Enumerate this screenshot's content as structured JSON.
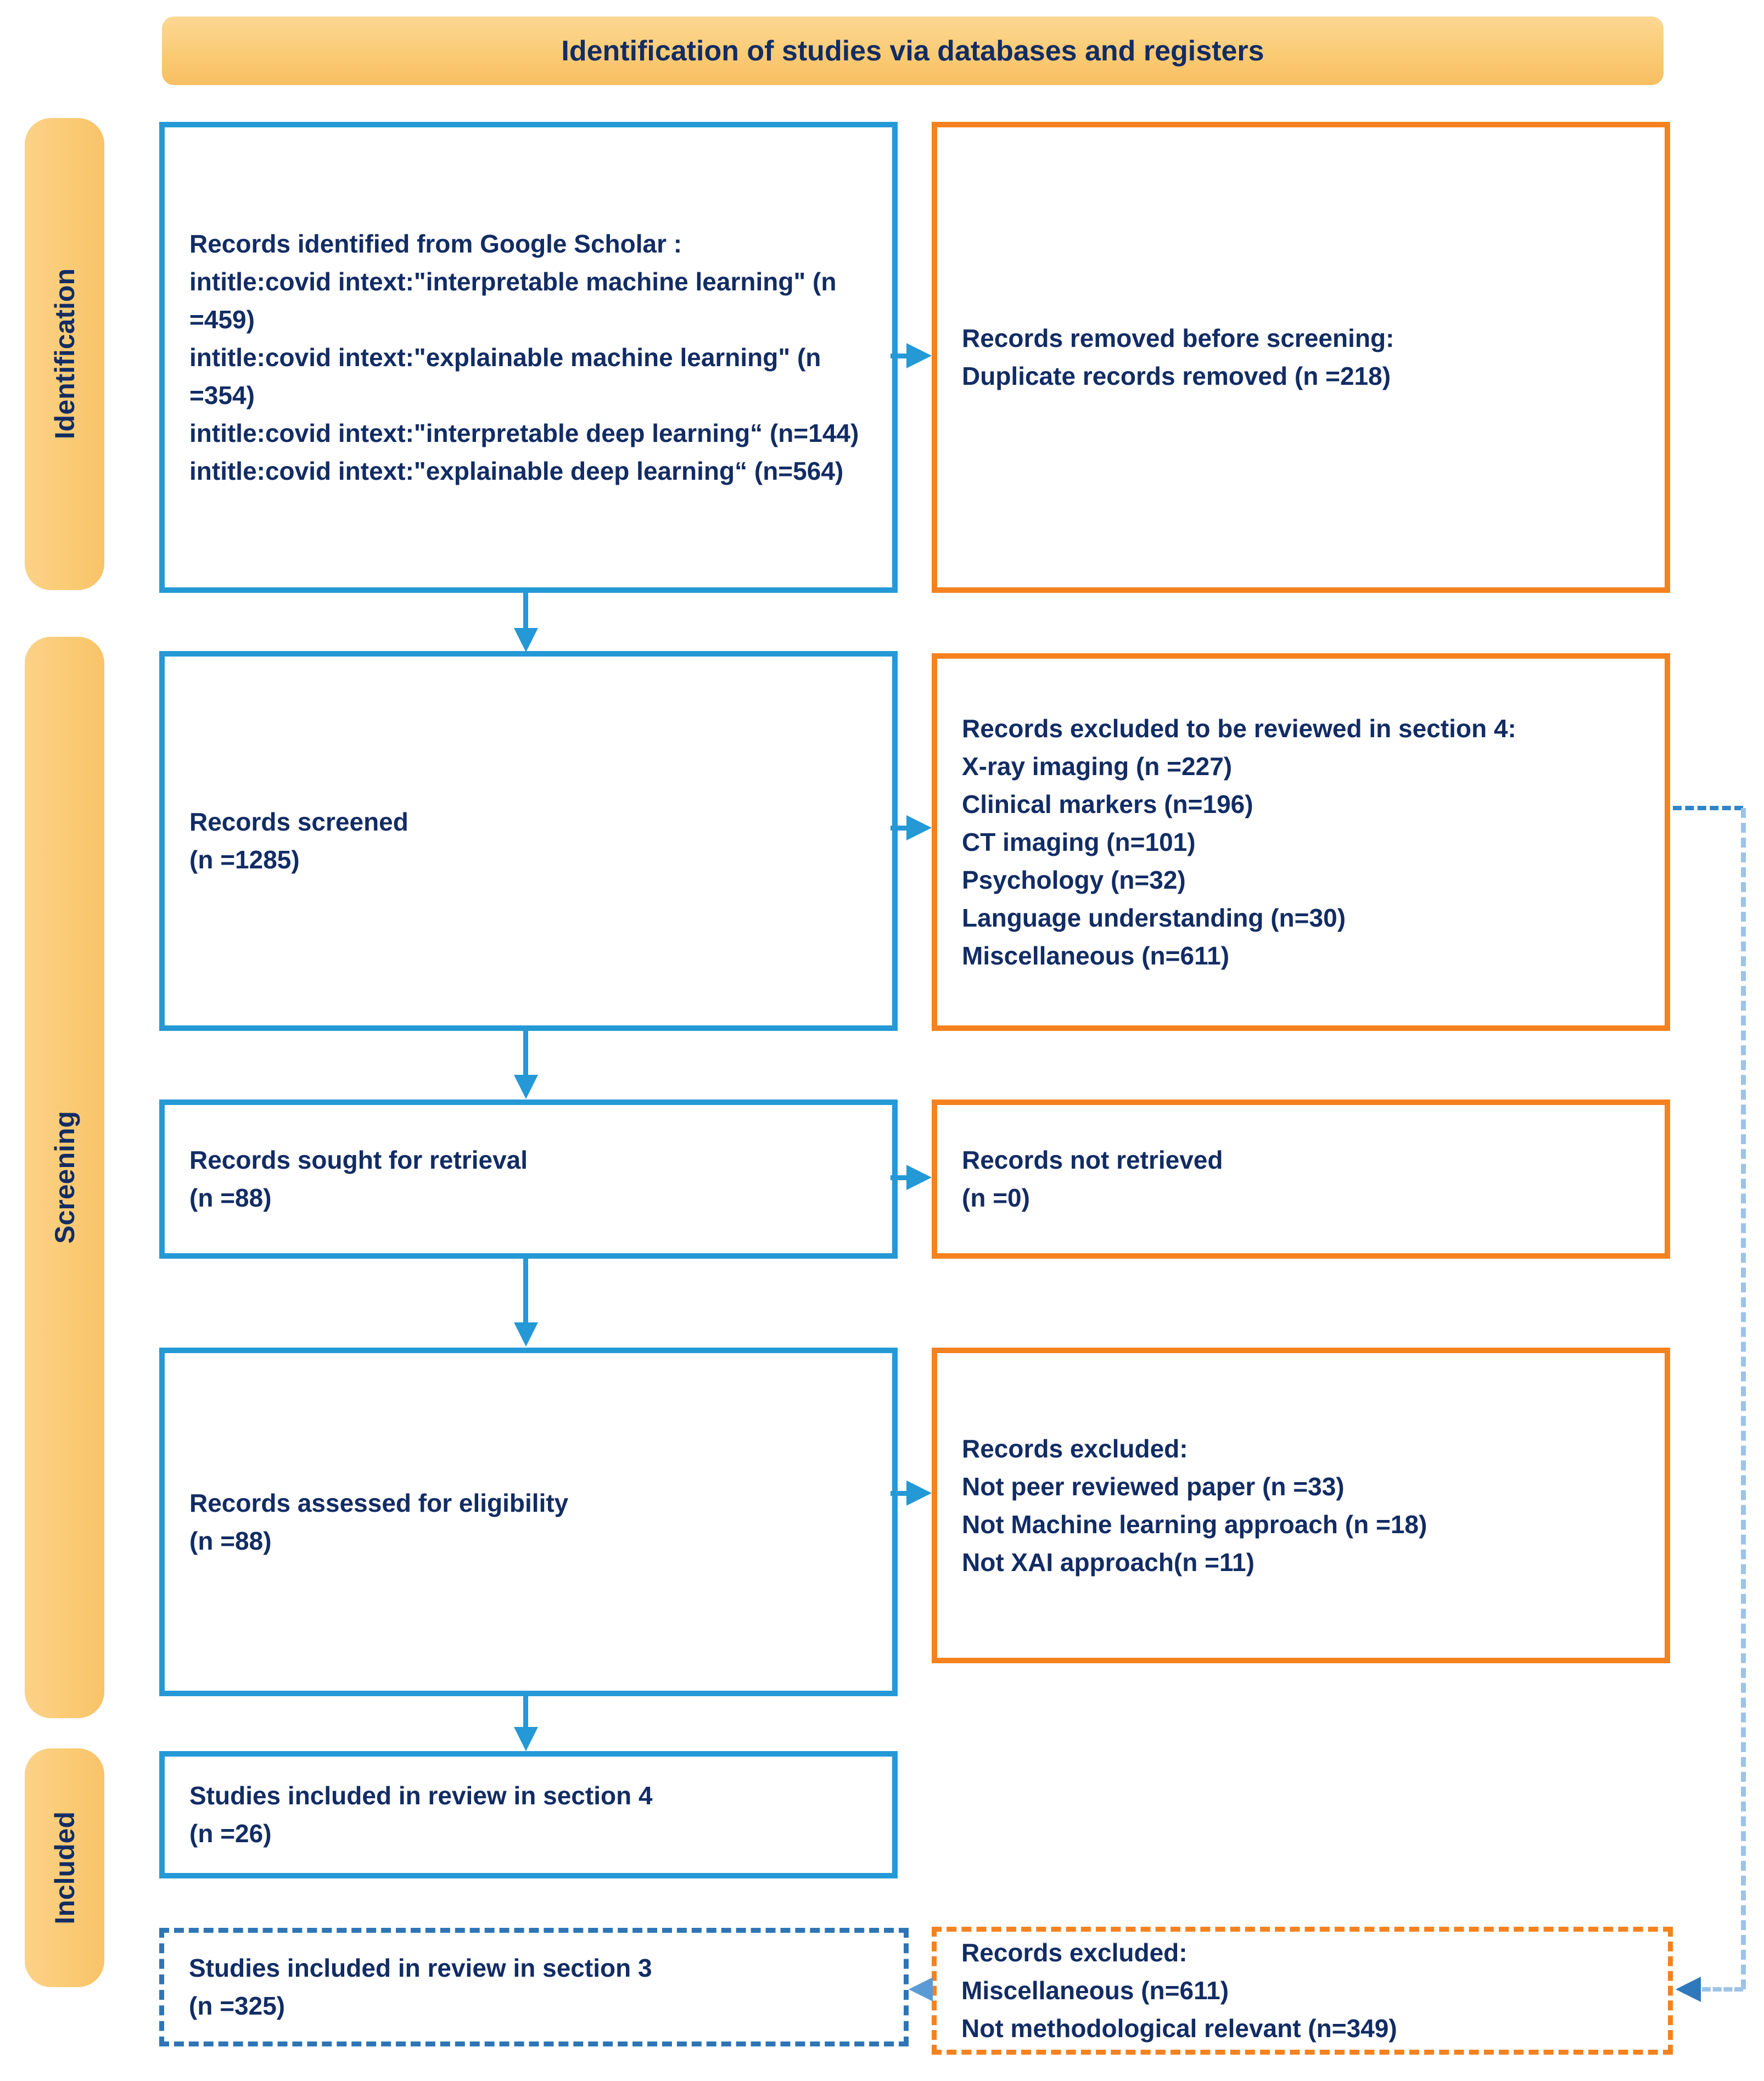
{
  "banner": {
    "title": "Identification of studies via databases and registers"
  },
  "sidebar": {
    "identification": "Identification",
    "screening": "Screening",
    "included": "Included"
  },
  "boxes": {
    "identified": {
      "title": "Records identified from Google Scholar :",
      "queries": [
        "intitle:covid intext:\"interpretable machine learning\" (n =459)",
        "intitle:covid intext:\"explainable machine learning\" (n =354)",
        "intitle:covid intext:\"interpretable deep learning“ (n=144)",
        "intitle:covid intext:\"explainable deep learning“ (n=564)"
      ]
    },
    "removed_before_screening": {
      "lines": [
        "Records removed before screening:",
        "Duplicate records removed  (n =218)"
      ]
    },
    "screened": {
      "lines": [
        "Records screened",
        "(n =1285)"
      ]
    },
    "excluded_section4": {
      "lines": [
        "Records excluded to be reviewed in section 4:",
        "X-ray imaging (n =227)",
        "Clinical markers (n=196)",
        "CT imaging (n=101)",
        "Psychology (n=32)",
        "Language understanding (n=30)",
        "Miscellaneous (n=611)"
      ]
    },
    "sought": {
      "lines": [
        "Records sought for retrieval",
        "(n =88)"
      ]
    },
    "not_retrieved": {
      "lines": [
        "Records not retrieved",
        "(n =0)"
      ]
    },
    "assessed": {
      "lines": [
        "Records assessed for eligibility",
        "(n =88)"
      ]
    },
    "excluded_eligibility": {
      "lines": [
        "Records excluded:",
        "Not peer reviewed paper (n =33)",
        "Not Machine learning approach (n =18)",
        "Not XAI approach(n =11)"
      ]
    },
    "included_section4": {
      "lines": [
        "Studies included in review in section 4",
        "(n =26)"
      ]
    },
    "included_section3": {
      "lines": [
        "Studies included in review in section 3",
        "(n =325)"
      ]
    },
    "excluded_final": {
      "lines": [
        "Records excluded:",
        "Miscellaneous (n=611)",
        "Not methodological relevant (n=349)"
      ]
    }
  },
  "colors": {
    "box_blue": "#2499D6",
    "box_orange": "#F5821F",
    "text_navy": "#122C64",
    "banner_fill": "#FACB74",
    "dash_light_blue": "#9DC3E6",
    "arrow_steel_blue": "#2E79BC"
  }
}
